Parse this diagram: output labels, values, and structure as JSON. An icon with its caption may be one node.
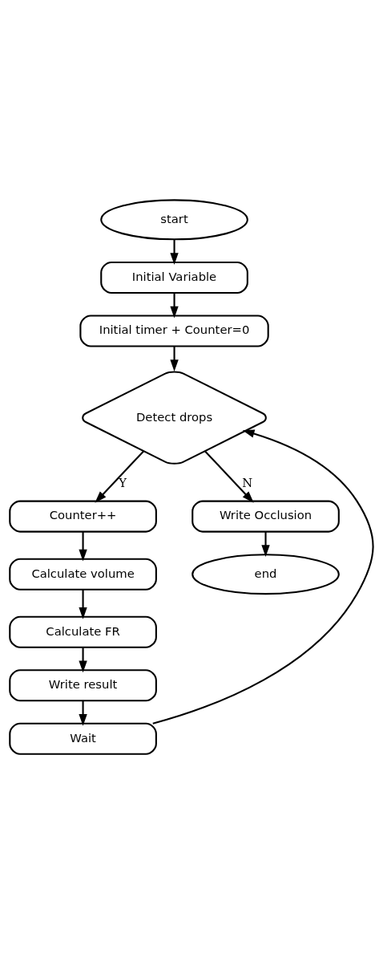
{
  "diagram": {
    "nodes": [
      {
        "text": [
          "start"
        ]
      },
      {
        "text": [
          "Initial Variable"
        ]
      },
      {
        "text": [
          "Initial timer + Counter=0"
        ]
      },
      {
        "text": [
          "Detect drops"
        ]
      },
      {
        "text": [
          "Counter++"
        ]
      },
      {
        "text": [
          "Calculate volume"
        ]
      },
      {
        "text": [
          "Calculate FR"
        ]
      },
      {
        "text": [
          "Write result"
        ]
      },
      {
        "text": [
          "Wait"
        ]
      },
      {
        "text": [
          "Write Occlusion"
        ]
      },
      {
        "text": [
          "end"
        ]
      }
    ],
    "edges": [
      {
        "from": 0,
        "to": 1,
        "arrow": "to"
      },
      {
        "from": 1,
        "to": 2,
        "arrow": "to"
      },
      {
        "from": 2,
        "to": 3,
        "arrow": "to"
      },
      {
        "from": 3,
        "to": 4,
        "arrow": "to",
        "label": "Y"
      },
      {
        "from": 4,
        "to": 5,
        "arrow": "to"
      },
      {
        "from": 5,
        "to": 6,
        "arrow": "to"
      },
      {
        "from": 6,
        "to": 7,
        "arrow": "to"
      },
      {
        "from": 7,
        "to": 8,
        "arrow": "to"
      },
      {
        "from": 8,
        "to": 3,
        "arrow": "to"
      },
      {
        "from": 3,
        "to": 9,
        "arrow": "to",
        "label": "N"
      },
      {
        "from": 9,
        "to": 10,
        "arrow": "to"
      }
    ]
  }
}
